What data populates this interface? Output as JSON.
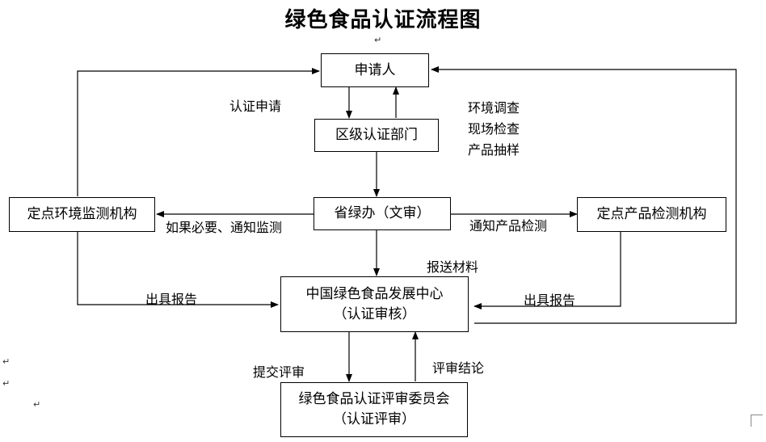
{
  "title": "绿色食品认证流程图",
  "nodes": {
    "applicant": "申请人",
    "district_dept": "区级认证部门",
    "provincial_office": "省绿办（文审）",
    "env_monitor": "定点环境监测机构",
    "product_testing": "定点产品检测机构",
    "center_name": "中国绿色食品发展中心",
    "center_role": "（认证审核）",
    "committee_name": "绿色食品认证评审委员会",
    "committee_role": "（认证评审）"
  },
  "edge_labels": {
    "cert_application": "认证申请",
    "inspection_1": "环境调查",
    "inspection_2": "现场检查",
    "inspection_3": "产品抽样",
    "notify_monitoring": "如果必要、通知监测",
    "notify_testing": "通知产品检测",
    "submit_materials": "报送材料",
    "issue_report_left": "出具报告",
    "issue_report_right": "出具报告",
    "submit_review": "提交评审",
    "review_conclusion": "评审结论"
  }
}
